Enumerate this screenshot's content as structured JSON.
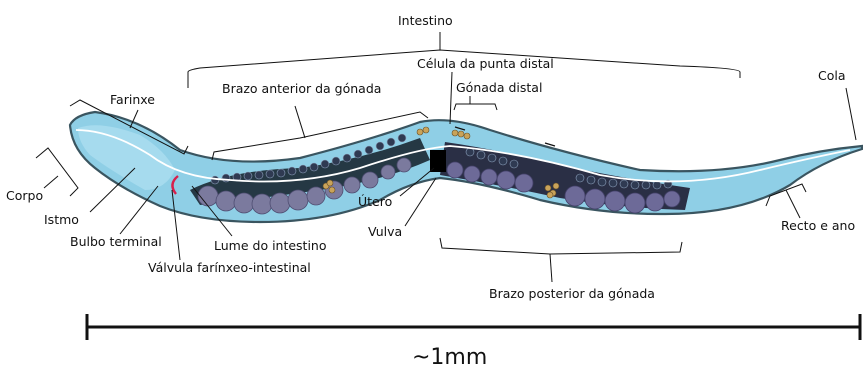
{
  "labels": {
    "intestino": "Intestino",
    "celula_punta_distal": "Célula da punta distal",
    "cola": "Cola",
    "farinxe": "Farinxe",
    "brazo_anterior": "Brazo anterior da gónada",
    "gonada_distal": "Gónada distal",
    "corpo": "Corpo",
    "istmo": "Istmo",
    "bulbo_terminal": "Bulbo terminal",
    "utero": "Útero",
    "vulva": "Vulva",
    "lume_intestino": "Lume do intestino",
    "valvula": "Válvula farínxeo-intestinal",
    "recto_ano": "Recto e ano",
    "brazo_posterior": "Brazo posterior da gónada"
  },
  "scale_bar": {
    "label": "~1mm"
  },
  "colors": {
    "body_fill": "#8fcfe6",
    "body_outline": "#3a5560",
    "intestine_fill": "#253844",
    "oocyte_fill": "#7b7a9e",
    "egg_fill": "#5f5a86",
    "lumen_line": "#ffffff",
    "valve": "#d8204c",
    "gonad_bead": "#c9a35a"
  }
}
